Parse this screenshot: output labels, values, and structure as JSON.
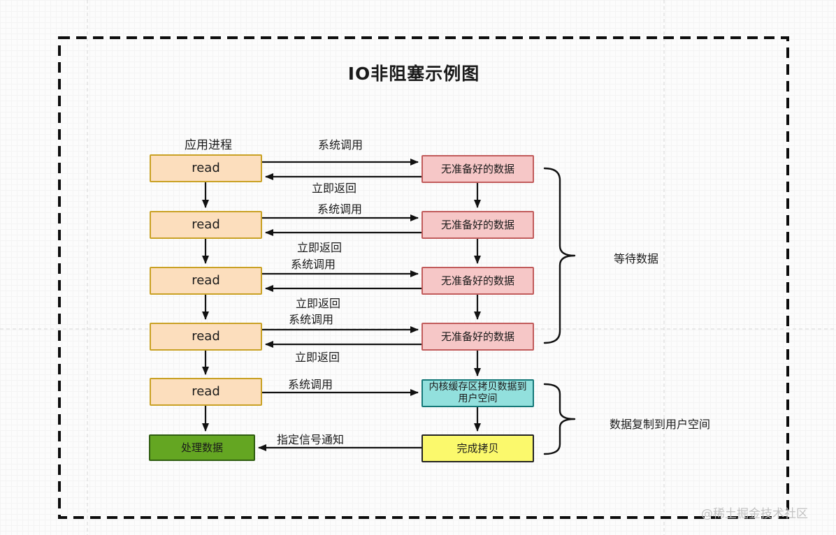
{
  "title": "IO非阻塞示例图",
  "column_label": "应用进程",
  "boxes": {
    "read": "read",
    "no_data": "无准备好的数据",
    "kernel_copy": "内核缓存区拷贝数据到用户空间",
    "copy_done": "完成拷贝",
    "process_data": "处理数据"
  },
  "edge_labels": {
    "syscall": "系统调用",
    "immediate_return": "立即返回",
    "signal_notify": "指定信号通知"
  },
  "brace_labels": {
    "wait_data": "等待数据",
    "copy_to_user": "数据复制到用户空间"
  },
  "watermark": "@稀土掘金技术社区",
  "colors": {
    "read_fill": "#FCDEBD",
    "read_border": "#C9A124",
    "no_data_fill": "#F6C7C7",
    "no_data_border": "#C15B5B",
    "kernel_copy_fill": "#92E0DD",
    "kernel_copy_border": "#147878",
    "copy_done_fill": "#FBF96C",
    "copy_done_border": "#222222",
    "process_data_fill": "#64A622",
    "process_data_border": "#2F5D10",
    "arrow": "#111111",
    "outer_border": "#0D0D0D"
  }
}
